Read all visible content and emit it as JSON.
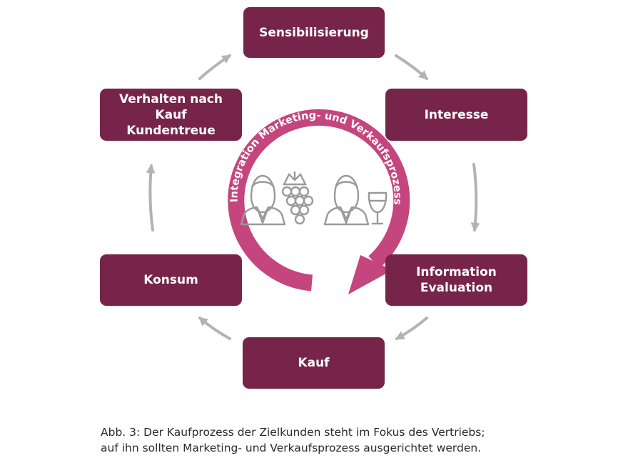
{
  "diagram": {
    "steps": {
      "sensibilisierung": {
        "lines": [
          "Sensibilisierung"
        ]
      },
      "interesse": {
        "lines": [
          "Interesse"
        ]
      },
      "information": {
        "lines": [
          "Information",
          "Evaluation"
        ]
      },
      "kauf": {
        "lines": [
          "Kauf"
        ]
      },
      "konsum": {
        "lines": [
          "Konsum"
        ]
      },
      "verhalten": {
        "lines": [
          "Verhalten nach Kauf",
          "Kundentreue"
        ]
      }
    },
    "center_label": "Integration Marketing- und Verkaufsprozess",
    "icons": [
      "person-icon",
      "grapes-icon",
      "person-icon",
      "wine-glass-icon"
    ],
    "colors": {
      "box": "#77244a",
      "ring": "#c5457e",
      "arrow": "#b3b3b3",
      "icon": "#9a9a9a"
    }
  },
  "caption": {
    "line1": "Abb. 3: Der Kaufprozess der Zielkunden steht im Fokus des Vertriebs;",
    "line2": "auf ihn sollten Marketing- und Verkaufsprozess ausgerichtet werden."
  }
}
